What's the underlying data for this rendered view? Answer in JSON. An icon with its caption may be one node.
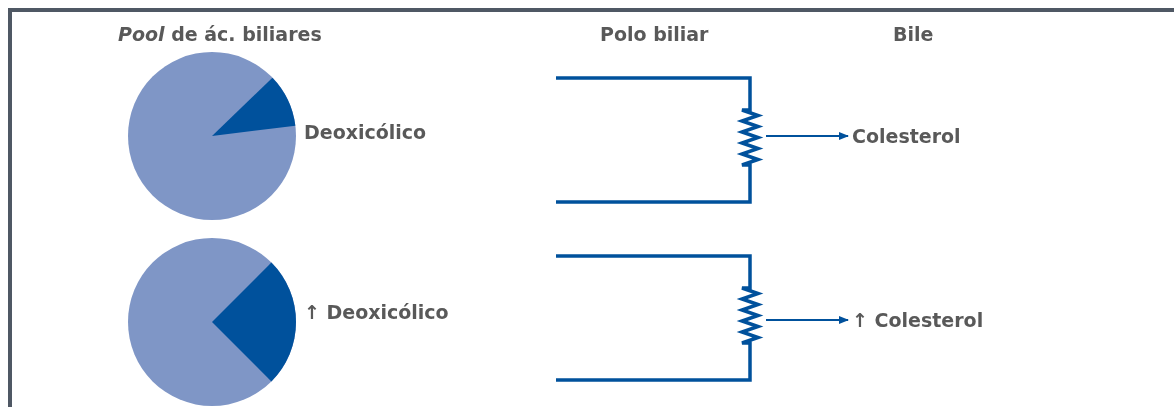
{
  "diagram": {
    "nodes": [
      {
        "text": [],
        "shape": "picture"
      },
      {
        "text": [
          "Colesterol"
        ]
      },
      {
        "text": [],
        "shape": "picture"
      },
      {
        "text": [
          "↑ Colesterol"
        ]
      }
    ],
    "edges": [
      {
        "from": 0,
        "to": 1,
        "arrow": "to"
      },
      {
        "from": 2,
        "to": 3,
        "arrow": "to"
      }
    ],
    "labels": [
      "*Pool* de ác. biliares",
      "Polo biliar",
      "Bile",
      "Deoxicólico",
      "↑ Deoxicólico"
    ]
  }
}
